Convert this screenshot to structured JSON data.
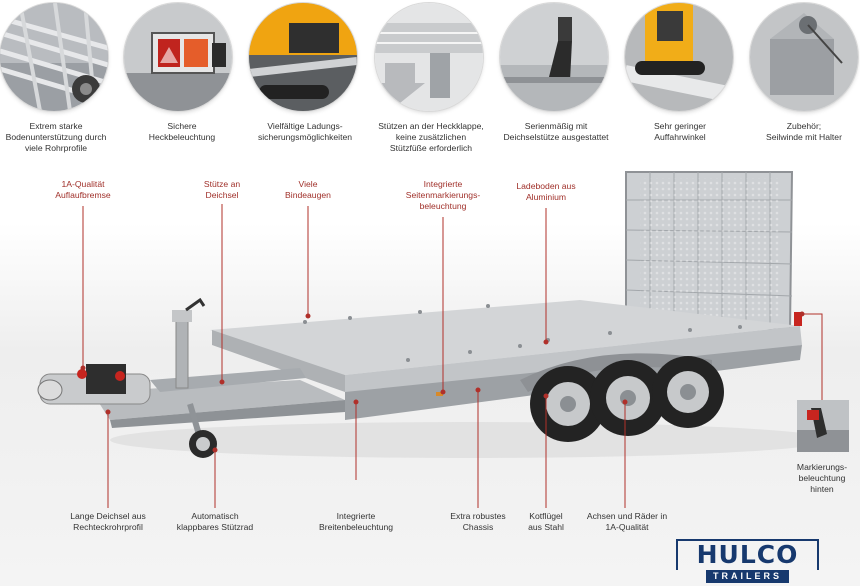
{
  "features": [
    {
      "lines": [
        "Extrem starke",
        "Bodenunterstützung durch",
        "viele Rohrprofile"
      ]
    },
    {
      "lines": [
        "Sichere",
        "Heckbeleuchtung"
      ]
    },
    {
      "lines": [
        "Vielfältige Ladungs-",
        "sicherungsmöglichkeiten"
      ]
    },
    {
      "lines": [
        "Stützen an der Heckklappe,",
        "keine zusätzlichen",
        "Stützfüße erforderlich"
      ]
    },
    {
      "lines": [
        "Serienmäßig mit",
        "Deichselstütze ausgestattet"
      ]
    },
    {
      "lines": [
        "Sehr geringer",
        "Auffahrwinkel"
      ]
    },
    {
      "lines": [
        "Zubehör;",
        "Seilwinde mit Halter"
      ]
    }
  ],
  "labels_top": [
    {
      "lines": [
        "1A-Qualität",
        "Auflaufbremse"
      ]
    },
    {
      "lines": [
        "Stütze an",
        "Deichsel"
      ]
    },
    {
      "lines": [
        "Viele",
        "Bindeaugen"
      ]
    },
    {
      "lines": [
        "Integrierte",
        "Seitenmarkierungs-",
        "beleuchtung"
      ]
    },
    {
      "lines": [
        "Ladeboden aus",
        "Aluminium"
      ]
    }
  ],
  "labels_bottom": [
    {
      "lines": [
        "Lange Deichsel aus",
        "Rechteckrohrprofil"
      ]
    },
    {
      "lines": [
        "Automatisch",
        "klappbares Stützrad"
      ]
    },
    {
      "lines": [
        "Integrierte",
        "Breitenbeleuchtung"
      ]
    },
    {
      "lines": [
        "Extra robustes",
        "Chassis"
      ]
    },
    {
      "lines": [
        "Kotflügel",
        "aus Stahl"
      ]
    },
    {
      "lines": [
        "Achsen und Räder in",
        "1A-Qualität"
      ]
    }
  ],
  "label_side": {
    "lines": [
      "Markierungs-",
      "beleuchtung",
      "hinten"
    ]
  },
  "logo_image": {
    "brand": "HULCO",
    "sub": "TRAILERS"
  },
  "colors": {
    "label_red": "#a0302a",
    "leader_red": "#b0302a",
    "logo_blue": "#17396e"
  }
}
